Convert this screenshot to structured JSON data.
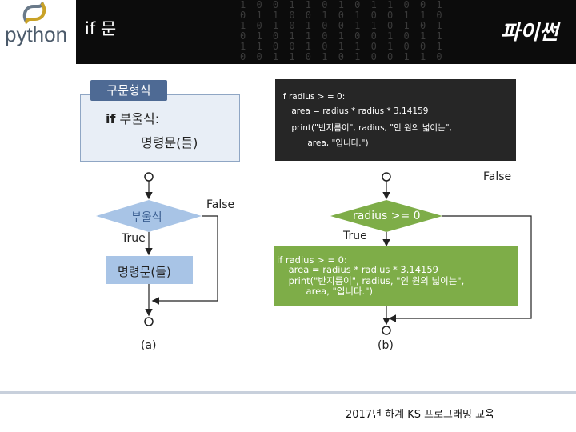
{
  "header": {
    "logo_text": "python",
    "title": "if 문",
    "brand": "파이썬"
  },
  "format": {
    "tag": "구문형식",
    "keyword": "if",
    "line1_rest": " 부울식:",
    "line2": "명령문(들)"
  },
  "code_box": {
    "lines": [
      "if radius > = 0:",
      "    area = radius * radius * 3.14159",
      "    print(\"반지름이\", radius, \"인 원의 넓이는\",",
      "          area, \"입니다.\")"
    ]
  },
  "diagram_a": {
    "condition": "부울식",
    "true_label": "True",
    "false_label": "False",
    "statement": "명령문(들)",
    "caption": "(a)"
  },
  "diagram_b": {
    "condition": "radius >= 0",
    "true_label": "True",
    "false_label": "False",
    "lines": [
      "if radius > = 0:",
      "    area = radius * radius * 3.14159",
      "    print(\"반지름이\", radius, \"인 원의 넓이는\",",
      "          area, \"입니다.\")"
    ],
    "caption": "(b)"
  },
  "footer": {
    "text": "2017년 하계 KS 프로그래밍 교육"
  },
  "colors": {
    "format_tag": "#4e6a94",
    "format_box": "#e8eef6",
    "diamond_a": "#a8c4e6",
    "statement_a": "#a8c4e6",
    "diamond_b": "#7ead48",
    "statement_b": "#7ead48",
    "code_box": "#262626",
    "header": "#0c0c0c"
  }
}
